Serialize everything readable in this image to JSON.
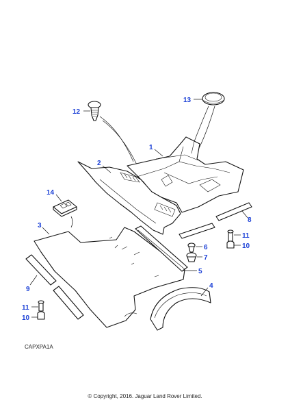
{
  "diagram": {
    "callouts": [
      {
        "id": "callout-1",
        "label": "1"
      },
      {
        "id": "callout-2",
        "label": "2"
      },
      {
        "id": "callout-3",
        "label": "3"
      },
      {
        "id": "callout-4",
        "label": "4"
      },
      {
        "id": "callout-5",
        "label": "5"
      },
      {
        "id": "callout-6",
        "label": "6"
      },
      {
        "id": "callout-7",
        "label": "7"
      },
      {
        "id": "callout-8",
        "label": "8"
      },
      {
        "id": "callout-9",
        "label": "9"
      },
      {
        "id": "callout-10a",
        "label": "10"
      },
      {
        "id": "callout-10b",
        "label": "10"
      },
      {
        "id": "callout-11a",
        "label": "11"
      },
      {
        "id": "callout-11b",
        "label": "11"
      },
      {
        "id": "callout-12",
        "label": "12"
      },
      {
        "id": "callout-13",
        "label": "13"
      },
      {
        "id": "callout-14",
        "label": "14"
      }
    ],
    "callout_color": "#1a3fd6"
  },
  "footer": {
    "reference_code": "CAPXPA1A",
    "copyright": "© Copyright, 2016. Jaguar Land Rover Limited."
  }
}
